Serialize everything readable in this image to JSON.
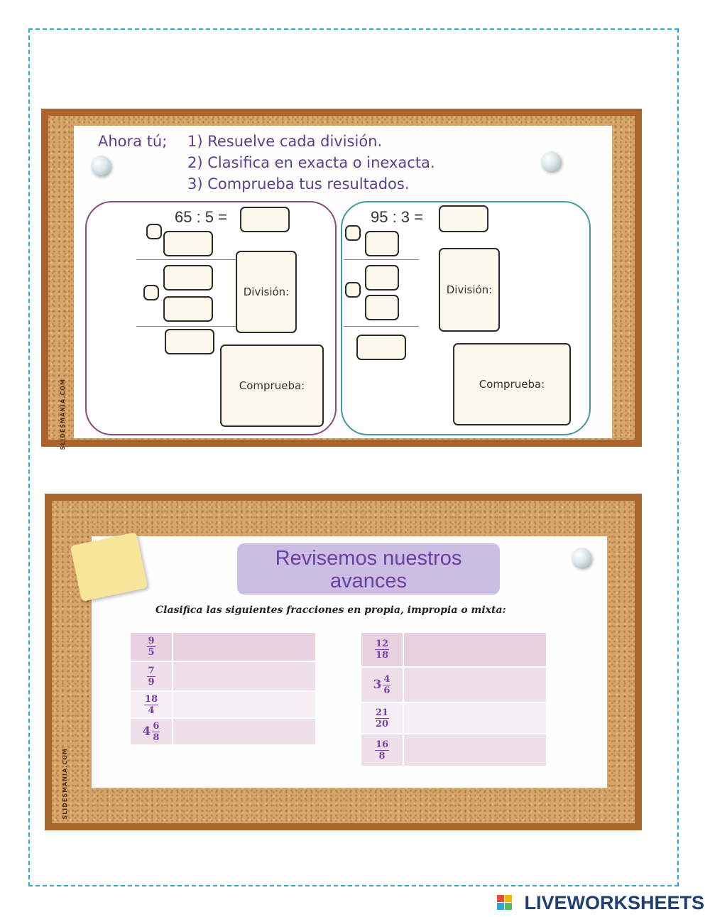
{
  "top_board": {
    "watermark": "SLIDESMANIA.COM",
    "heading_label": "Ahora tú;",
    "steps": [
      "1) Resuelve cada división.",
      "2) Clasifica en exacta o inexacta.",
      "3) Comprueba tus resultados."
    ],
    "left_panel": {
      "equation": "65 : 5 =",
      "division_label": "División:",
      "check_label": "Comprueba:",
      "border_color": "#8b4a7d"
    },
    "right_panel": {
      "equation": "95 : 3 =",
      "division_label": "División:",
      "check_label": "Comprueba:",
      "border_color": "#3f9a9e"
    }
  },
  "bottom_board": {
    "watermark": "SLIDESMANIA.COM",
    "title_line1": "Revisemos nuestros",
    "title_line2": "avances",
    "instruction": "Clasifica las siguientes fracciones en propia, impropia o mixta:",
    "left_table": [
      {
        "whole": "",
        "num": "9",
        "den": "5"
      },
      {
        "whole": "",
        "num": "7",
        "den": "9"
      },
      {
        "whole": "",
        "num": "18",
        "den": "4"
      },
      {
        "whole": "4",
        "num": "6",
        "den": "8"
      }
    ],
    "right_table": [
      {
        "whole": "",
        "num": "12",
        "den": "18"
      },
      {
        "whole": "3",
        "num": "4",
        "den": "6"
      },
      {
        "whole": "",
        "num": "21",
        "den": "20"
      },
      {
        "whole": "",
        "num": "16",
        "den": "8"
      }
    ],
    "row_colors": [
      "#e7d0df",
      "#efdfe9",
      "#f5eef3",
      "#efdfe9"
    ]
  },
  "footer": {
    "brand": "LIVEWORKSHEETS"
  }
}
